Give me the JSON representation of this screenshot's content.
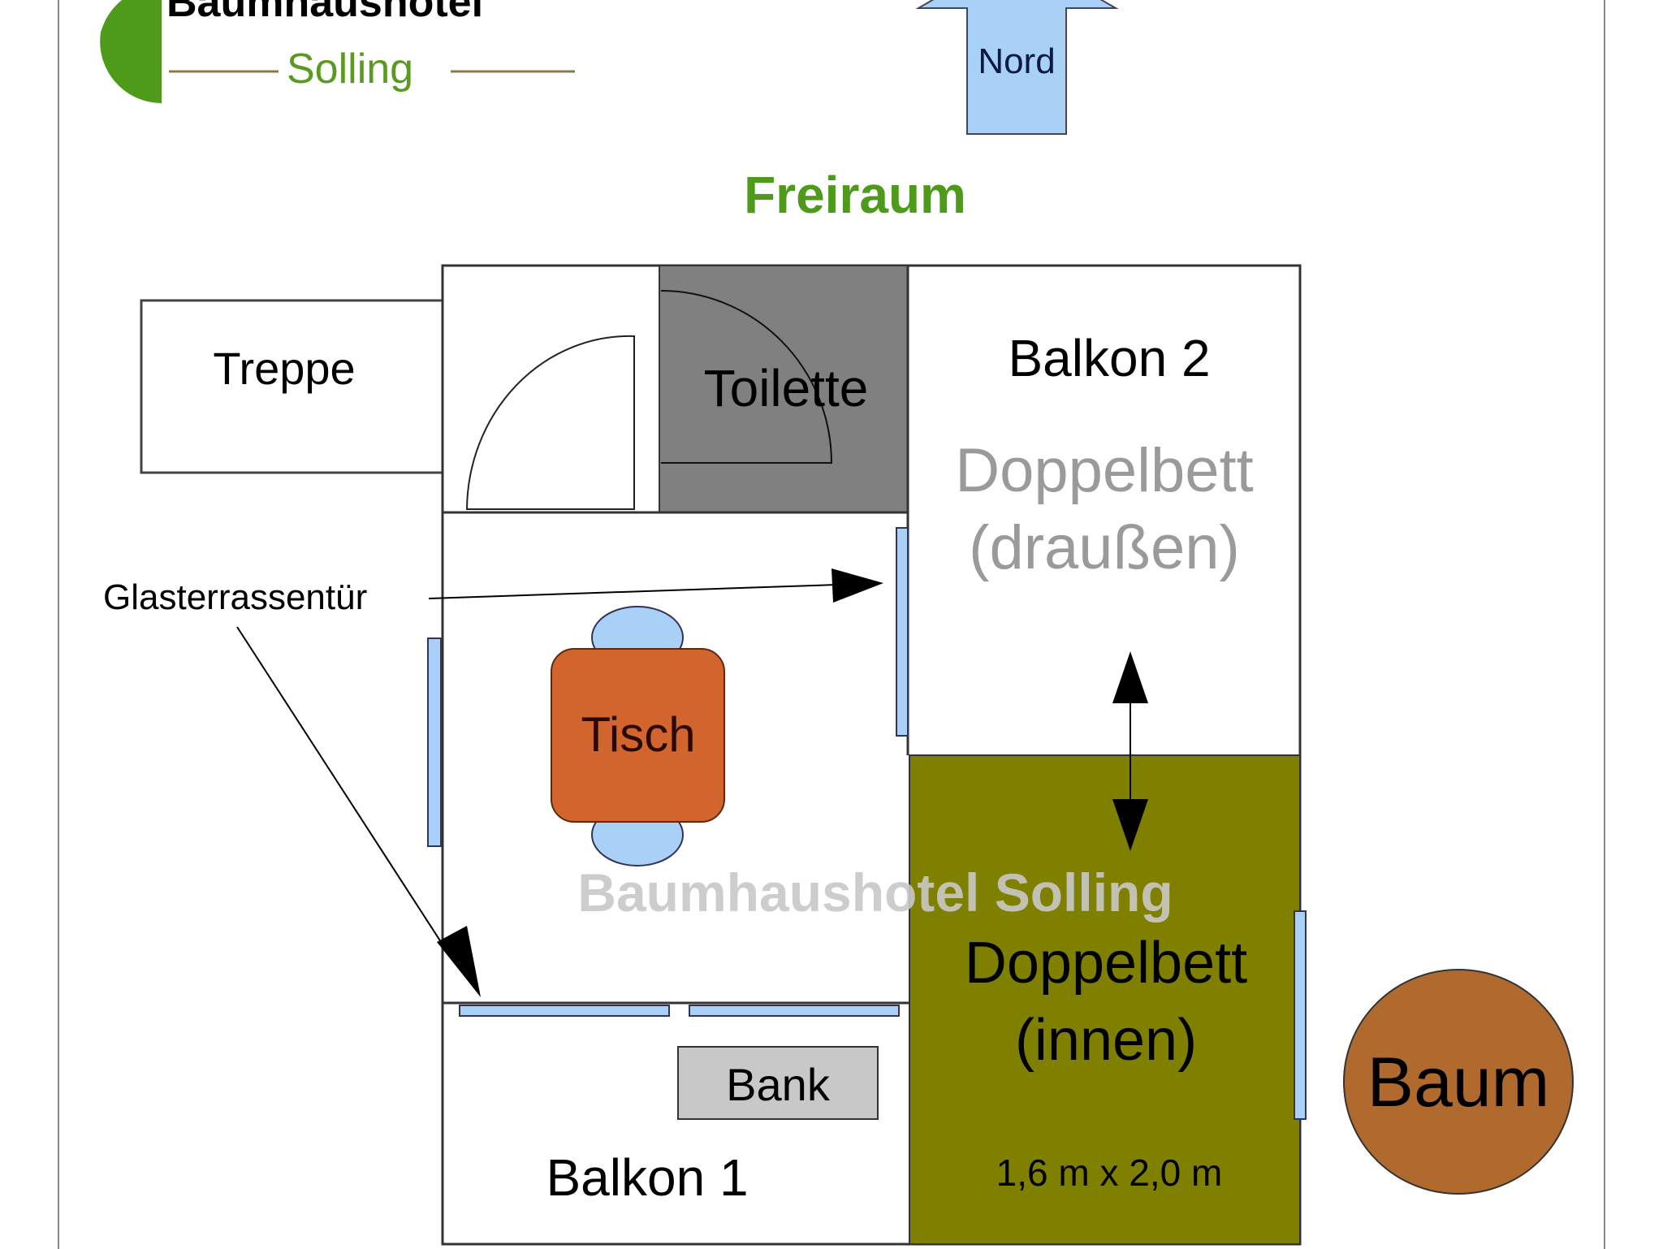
{
  "logo": {
    "line1": "Baumhaushotel",
    "line2": "Solling",
    "colors": {
      "green": "#4e9a1a",
      "line": "#8a7a4a"
    }
  },
  "compass": {
    "label": "Nord",
    "color": "#a9d1f7"
  },
  "outside_label": "Freiraum",
  "rooms": {
    "stairs": "Treppe",
    "toilet": "Toilette",
    "balcony2": "Balkon 2",
    "outdoor_bed_line1": "Doppelbett",
    "outdoor_bed_line2": "(draußen)",
    "indoor_bed_line1": "Doppelbett",
    "indoor_bed_line2": "(innen)",
    "indoor_bed_size": "1,6 m x 2,0 m",
    "table": "Tisch",
    "bench": "Bank",
    "balcony1": "Balkon 1",
    "tree": "Baum"
  },
  "annotation": {
    "glass_door": "Glasterrassentür"
  },
  "watermark": "Baumhaushotel Solling",
  "colors": {
    "toilet": "#808080",
    "bed": "#808000",
    "table": "#d2642d",
    "chair": "#a9d1f7",
    "window": "#a9d1f7",
    "bench": "#c8c8c8",
    "tree": "#b06a2e",
    "freiraum": "#4e9a1a"
  }
}
